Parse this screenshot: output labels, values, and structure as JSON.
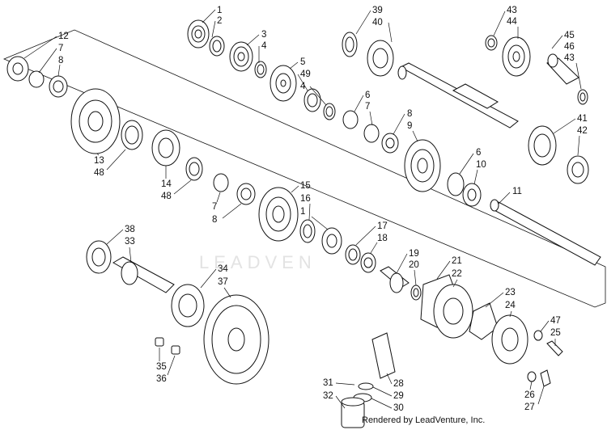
{
  "watermark": "LEADVEN",
  "footer": "Rendered by LeadVenture, Inc.",
  "callouts": [
    {
      "id": "c-1-2",
      "lines": [
        "1",
        "2"
      ]
    },
    {
      "id": "c-3-4",
      "lines": [
        "3",
        "4"
      ]
    },
    {
      "id": "c-5-49-4",
      "lines": [
        "5",
        "49",
        "4"
      ]
    },
    {
      "id": "c-39-40",
      "lines": [
        "39",
        "40"
      ]
    },
    {
      "id": "c-43-44",
      "lines": [
        "43",
        "44"
      ]
    },
    {
      "id": "c-45-46-43",
      "lines": [
        "45",
        "46",
        "43"
      ]
    },
    {
      "id": "c-12-7-8",
      "lines": [
        "12",
        "7",
        "8"
      ]
    },
    {
      "id": "c-6-7-top",
      "lines": [
        "6",
        "7"
      ]
    },
    {
      "id": "c-8-9",
      "lines": [
        "8",
        "9"
      ]
    },
    {
      "id": "c-41-42",
      "lines": [
        "41",
        "42"
      ]
    },
    {
      "id": "c-13-48",
      "lines": [
        "13",
        "48"
      ]
    },
    {
      "id": "c-14-48",
      "lines": [
        "14",
        "48"
      ]
    },
    {
      "id": "c-6-10",
      "lines": [
        "6",
        "10"
      ]
    },
    {
      "id": "c-11",
      "lines": [
        "11"
      ]
    },
    {
      "id": "c-15-16-1",
      "lines": [
        "15",
        "16",
        "1"
      ]
    },
    {
      "id": "c-7-8-mid",
      "lines": [
        "7",
        "8"
      ]
    },
    {
      "id": "c-17-18",
      "lines": [
        "17",
        "18"
      ]
    },
    {
      "id": "c-38-33",
      "lines": [
        "38",
        "33"
      ]
    },
    {
      "id": "c-19-20",
      "lines": [
        "19",
        "20"
      ]
    },
    {
      "id": "c-21-22",
      "lines": [
        "21",
        "22"
      ]
    },
    {
      "id": "c-34-37",
      "lines": [
        "34",
        "37"
      ]
    },
    {
      "id": "c-23-24",
      "lines": [
        "23",
        "24"
      ]
    },
    {
      "id": "c-47-25",
      "lines": [
        "47",
        "25"
      ]
    },
    {
      "id": "c-35-36",
      "lines": [
        "35",
        "36"
      ]
    },
    {
      "id": "c-31-32",
      "lines": [
        "31",
        "32"
      ]
    },
    {
      "id": "c-28-29-30",
      "lines": [
        "28",
        "29",
        "30"
      ]
    },
    {
      "id": "c-26-27",
      "lines": [
        "26",
        "27"
      ]
    }
  ]
}
